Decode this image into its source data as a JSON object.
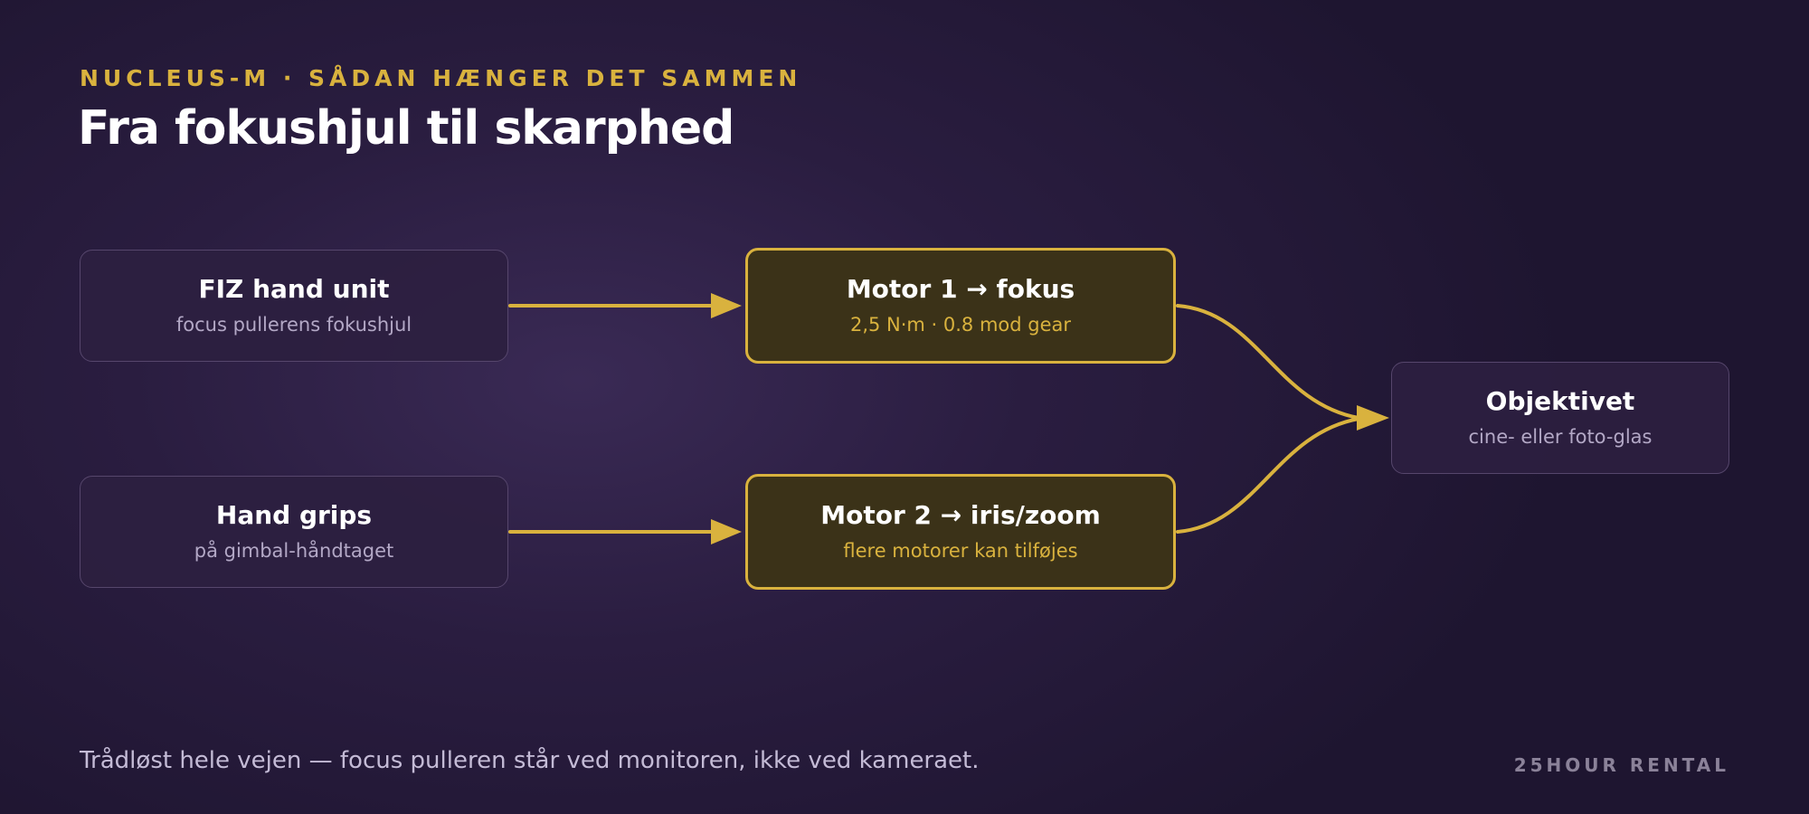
{
  "header": {
    "eyebrow": "NUCLEUS-M · SÅDAN HÆNGER DET SAMMEN",
    "title": "Fra fokushjul til skarphed"
  },
  "nodes": {
    "hand_unit": {
      "name": "FIZ hand unit",
      "sub": "focus pullerens fokushjul"
    },
    "hand_grips": {
      "name": "Hand grips",
      "sub": "på gimbal-håndtaget"
    },
    "motor1": {
      "name": "Motor 1 → fokus",
      "sub": "2,5 N·m · 0.8 mod gear"
    },
    "motor2": {
      "name": "Motor 2 → iris/zoom",
      "sub": "flere motorer kan tilføjes"
    },
    "lens": {
      "name": "Objektivet",
      "sub": "cine- eller foto-glas"
    }
  },
  "footer": {
    "note": "Trådløst hele vejen — focus pulleren står ved monitoren, ikke ved kameraet.",
    "brand": "25HOUR RENTAL"
  },
  "colors": {
    "accent": "#d9b23e",
    "background": "#2a1d40",
    "motor_fill": "#3b3218",
    "node_fill": "#2c2040"
  }
}
